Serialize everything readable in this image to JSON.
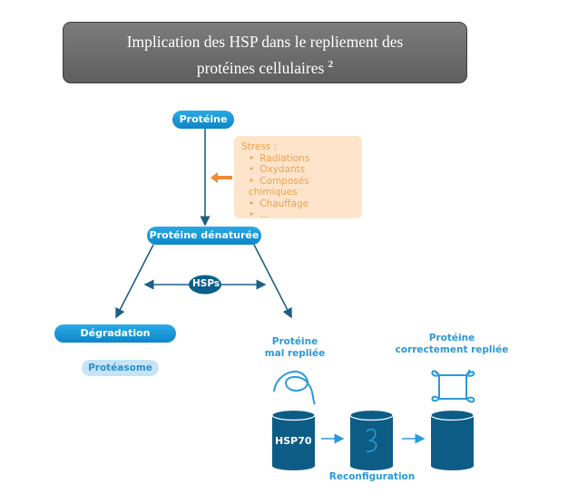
{
  "title": {
    "line1": "Implication des HSP dans le repliement des",
    "line2": "protéines cellulaires",
    "superscript": "2"
  },
  "nodes": {
    "proteine": "Protéine",
    "proteine_denaturee": "Protéine dénaturée",
    "hsps": "HSPs",
    "degradation": "Dégradation",
    "proteasome": "Protéasome",
    "mal_repliee": [
      "Protéine",
      "mal repliée"
    ],
    "correctement_repliee": [
      "Protéine",
      "correctement repliée"
    ],
    "hsp70": "HSP70",
    "reconfiguration": "Reconfiguration"
  },
  "stress": {
    "heading": "Stress :",
    "items": [
      "Radiations",
      "Oxydants",
      "Composés chimiques",
      "Chauffage",
      "..."
    ]
  },
  "colors": {
    "pill": "#1a96d6",
    "dark": "#0d5c86",
    "stress_bg": "#fde4cb",
    "stress_text": "#f0a04a"
  }
}
